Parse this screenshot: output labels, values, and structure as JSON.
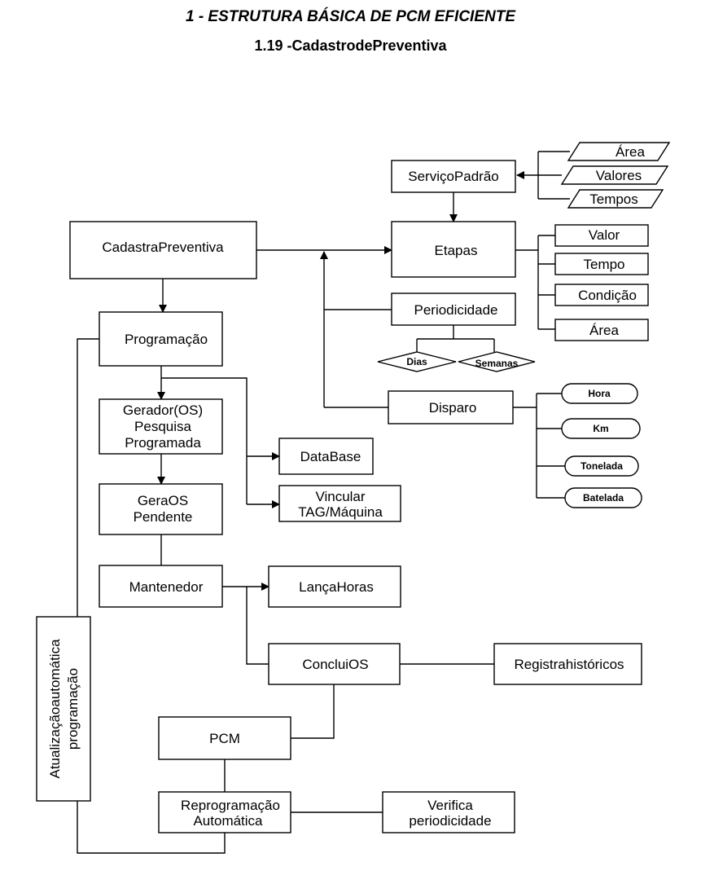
{
  "header": {
    "title": "1 - ESTRUTURA BÁSICA DE PCM EFICIENTE",
    "subtitle": "1.19 -CadastrodePreventiva"
  },
  "nodes": {
    "cadastra_preventiva": "CadastraPreventiva",
    "servico_padrao": "ServiçoPadrão",
    "etapas": "Etapas",
    "periodicidade": "Periodicidade",
    "disparo": "Disparo",
    "programacao": "Programação",
    "gerador": [
      "Gerador(OS)",
      "Pesquisa",
      "Programada"
    ],
    "gera_os": [
      "GeraOS",
      "Pendente"
    ],
    "mantenedor": "Mantenedor",
    "database": "DataBase",
    "vincular": [
      "Vincular",
      "TAG/Máquina"
    ],
    "lanca_horas": "LançaHoras",
    "conclui_os": "ConcluiOS",
    "registra": "Registrahistóricos",
    "pcm": "PCM",
    "reprogramacao": [
      "Reprogramação",
      "Automática"
    ],
    "verifica": [
      "Verifica",
      "periodicidade"
    ],
    "atualizacao": [
      "Atualizaçãoautomática",
      "programação"
    ]
  },
  "servico_inputs": [
    "Área",
    "Valores",
    "Tempos"
  ],
  "etapas_items": [
    "Valor",
    "Tempo",
    "Condição",
    "Área"
  ],
  "periodicidade_options": [
    "Dias",
    "Semanas"
  ],
  "disparo_options": [
    "Hora",
    "Km",
    "Tonelada",
    "Batelada"
  ]
}
